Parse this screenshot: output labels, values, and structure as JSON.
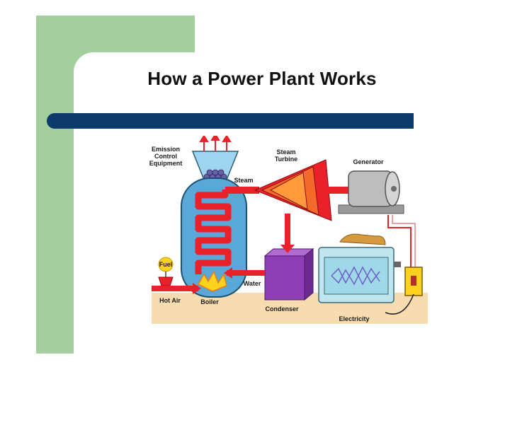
{
  "title": "How a Power Plant Works",
  "labels": {
    "emission": [
      "Emission",
      "Control",
      "Equipment"
    ],
    "steam_turbine": [
      "Steam",
      "Turbine"
    ],
    "generator": "Generator",
    "steam": "Steam",
    "fuel": "Fuel",
    "hot_air": "Hot Air",
    "boiler": "Boiler",
    "water": "Water",
    "condenser": "Condenser",
    "electricity": "Electricity"
  },
  "colors": {
    "green": "#a3cf9f",
    "navy": "#0c3a6b",
    "steam_red": "#e8212b",
    "boiler_blue": "#5aa8d8",
    "condenser_purple": "#8e3fb6",
    "ground": "#f7dcb0"
  }
}
